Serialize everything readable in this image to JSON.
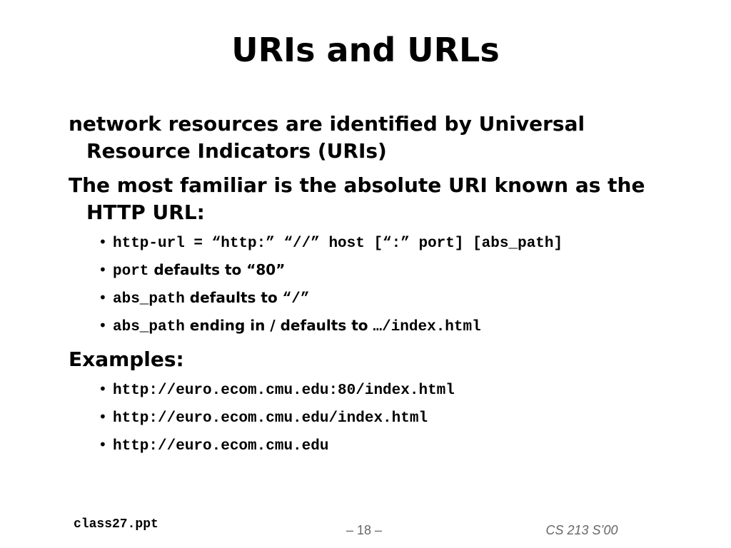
{
  "slide": {
    "title": "URIs and URLs",
    "p1": "network resources are identified by Universal Resource Indicators (URIs)",
    "p2": "The most familiar is the absolute URI known as the HTTP URL:",
    "b1": "http-url = “http:” “//” host [“:” port] [abs_path]",
    "b2_code": "port",
    "b2_text": " defaults to “80”",
    "b3_code": "abs_path",
    "b3_text": " defaults to ",
    "b3_code2": "“/”",
    "b4_code": "abs_path",
    "b4_text": " ending in / defaults to ",
    "b4_code2": "…/index.html",
    "p3": "Examples:",
    "ex1": "http://euro.ecom.cmu.edu:80/index.html",
    "ex2": "http://euro.ecom.cmu.edu/index.html",
    "ex3": "http://euro.ecom.cmu.edu"
  },
  "footer": {
    "file": "class27.ppt",
    "page": "– 18 –",
    "course": "CS 213 S’00"
  }
}
